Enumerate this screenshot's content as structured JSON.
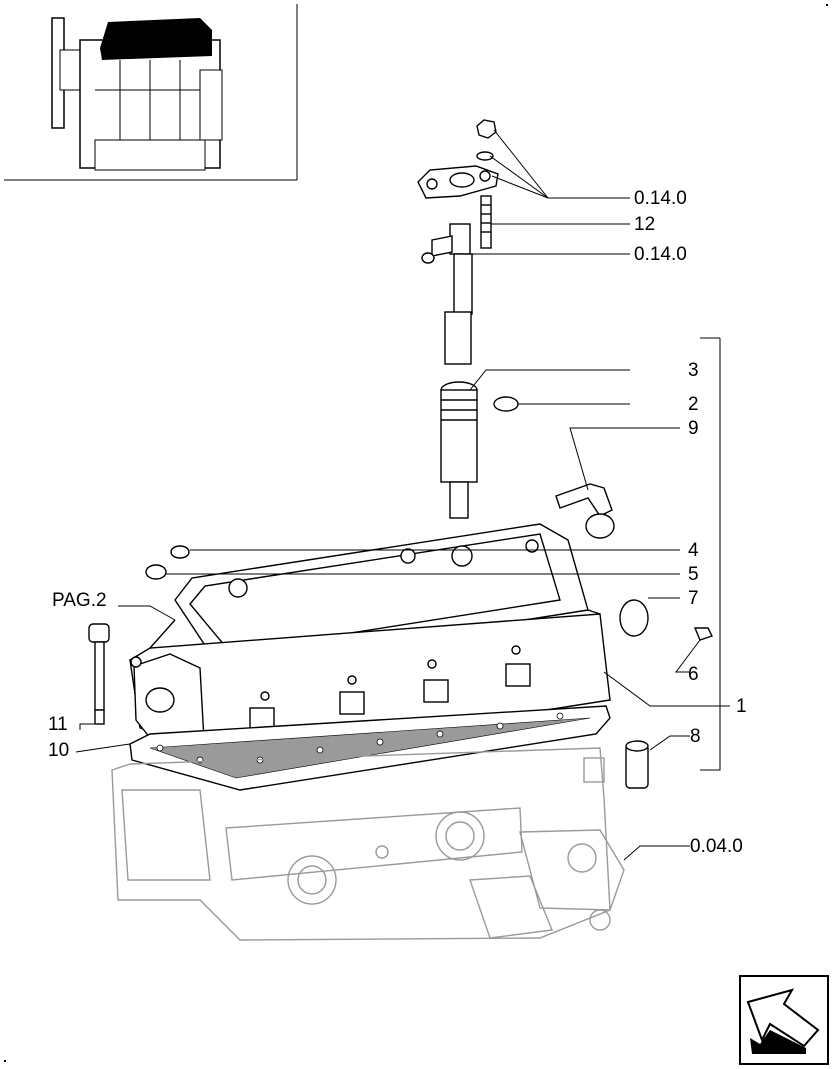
{
  "callouts": {
    "c_0140_top": "0.14.0",
    "c_12": "12",
    "c_0140_mid": "0.14.0",
    "c_3": "3",
    "c_2": "2",
    "c_9": "9",
    "c_4": "4",
    "c_5": "5",
    "c_pag2": "PAG.2",
    "c_7": "7",
    "c_6": "6",
    "c_1": "1",
    "c_11": "11",
    "c_10": "10",
    "c_8": "8",
    "c_0040": "0.04.0"
  },
  "icons": {
    "thumbnail": "engine-thumbnail-icon",
    "nav": "next-page-arrow-icon"
  },
  "colors": {
    "ink": "#000000",
    "paper": "#ffffff"
  }
}
